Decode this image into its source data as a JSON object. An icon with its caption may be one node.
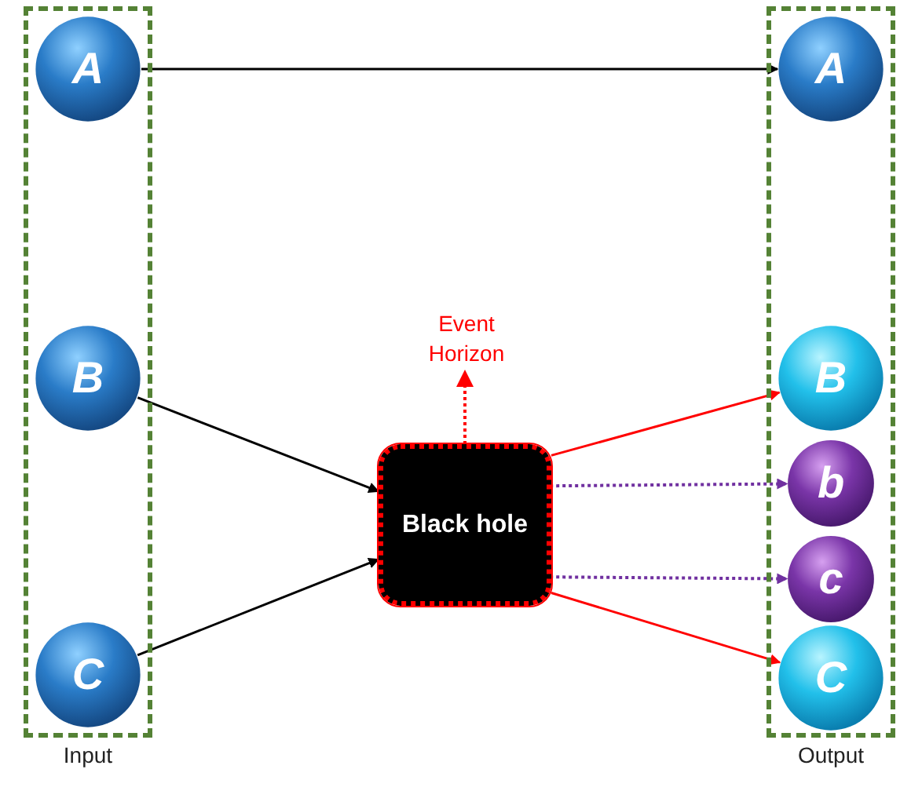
{
  "diagram": {
    "nodes": [
      {
        "text": [
          "Input"
        ]
      },
      {
        "text": [
          "A"
        ],
        "in": 0
      },
      {
        "text": [
          "B"
        ],
        "in": 0
      },
      {
        "text": [
          "C"
        ],
        "in": 0
      },
      {
        "text": [
          "Output"
        ]
      },
      {
        "text": [
          "A"
        ],
        "in": 4
      },
      {
        "text": [
          "B"
        ],
        "in": 4
      },
      {
        "text": [
          "b"
        ],
        "in": 4
      },
      {
        "text": [
          "c"
        ],
        "in": 4
      },
      {
        "text": [
          "C"
        ],
        "in": 4
      },
      {
        "text": [
          "Black hole"
        ]
      },
      {
        "text": [
          "Event Horizon"
        ]
      }
    ],
    "edges": [
      {
        "from": 1,
        "to": 5,
        "arrow": "to"
      },
      {
        "from": 2,
        "to": 10,
        "arrow": "to"
      },
      {
        "from": 3,
        "to": 10,
        "arrow": "to"
      },
      {
        "from": 10,
        "to": 11,
        "arrow": "to",
        "style": "dashed",
        "color": "#ff0000"
      },
      {
        "from": 10,
        "to": 6,
        "arrow": "to",
        "color": "#ff0000"
      },
      {
        "from": 10,
        "to": 7,
        "arrow": "to",
        "style": "dashed",
        "color": "#7030a0"
      },
      {
        "from": 10,
        "to": 8,
        "arrow": "to",
        "style": "dashed",
        "color": "#7030a0"
      },
      {
        "from": 10,
        "to": 9,
        "arrow": "to",
        "color": "#ff0000"
      }
    ]
  }
}
